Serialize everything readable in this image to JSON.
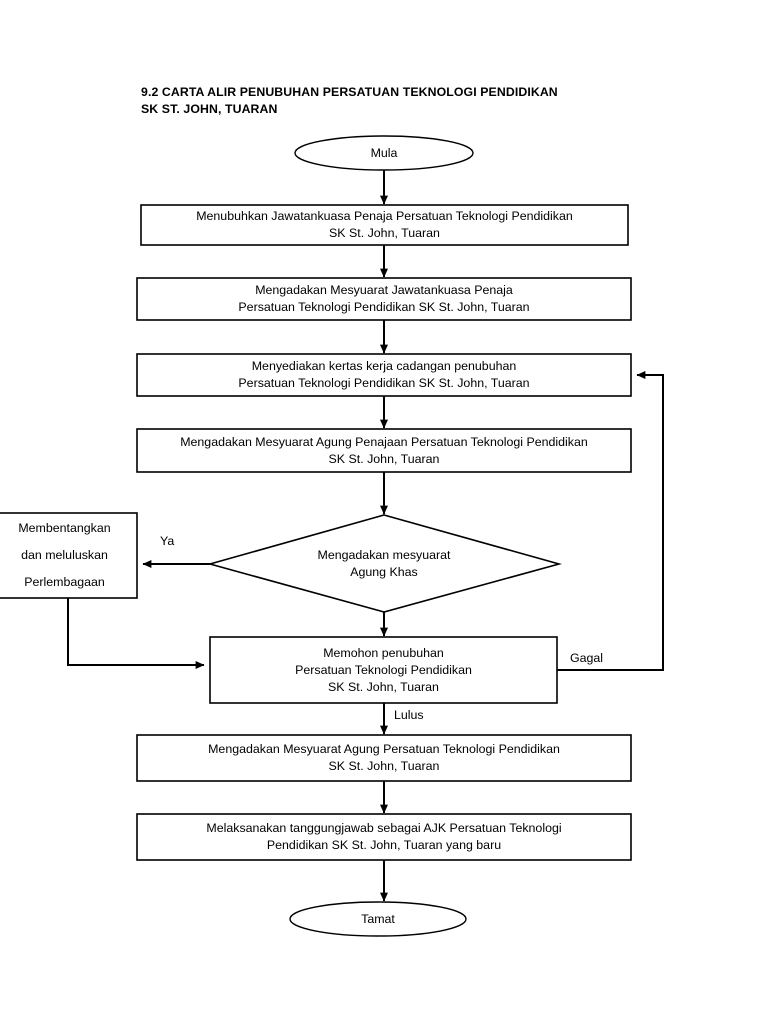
{
  "document": {
    "title_line1": "9.2 CARTA ALIR PENUBUHAN PERSATUAN TEKNOLOGI PENDIDIKAN",
    "title_line2": "SK ST. JOHN, TUARAN",
    "title": "9.2 CARTA ALIR PENUBUHAN PERSATUAN TEKNOLOGI PENDIDIKAN\nSK ST. JOHN, TUARAN",
    "background_color": "#ffffff",
    "line_color": "#000000",
    "text_color": "#000000"
  },
  "flowchart": {
    "nodes": [
      {
        "id": "start",
        "shape": "ellipse",
        "label": "Mula"
      },
      {
        "id": "step1",
        "shape": "process",
        "label": "Menubuhkan Jawatankuasa Penaja Persatuan Teknologi Pendidikan\nSK St. John, Tuaran"
      },
      {
        "id": "step2",
        "shape": "process",
        "label": "Mengadakan Mesyuarat Jawatankuasa Penaja\nPersatuan Teknologi Pendidikan SK St. John, Tuaran"
      },
      {
        "id": "step3",
        "shape": "process",
        "label": "Menyediakan kertas kerja cadangan  penubuhan\nPersatuan Teknologi Pendidikan SK St. John, Tuaran"
      },
      {
        "id": "step4",
        "shape": "process",
        "label": "Mengadakan Mesyuarat Agung Penajaan Persatuan Teknologi Pendidikan\nSK St. John, Tuaran"
      },
      {
        "id": "decision",
        "shape": "diamond",
        "label": "Mengadakan mesyuarat\nAgung Khas"
      },
      {
        "id": "sidestep",
        "shape": "process",
        "label": "Membentangkan\ndan meluluskan\nPerlembagaan"
      },
      {
        "id": "apply",
        "shape": "process",
        "label": "Memohon penubuhan\nPersatuan Teknologi Pendidikan\nSK St. John, Tuaran"
      },
      {
        "id": "step5",
        "shape": "process",
        "label": "Mengadakan Mesyuarat Agung Persatuan Teknologi Pendidikan\nSK St. John, Tuaran"
      },
      {
        "id": "step6",
        "shape": "process",
        "label": "Melaksanakan tanggungjawab sebagai AJK Persatuan Teknologi\nPendidikan SK St. John, Tuaran yang baru"
      },
      {
        "id": "end",
        "shape": "ellipse",
        "label": "Tamat"
      }
    ],
    "edge_labels": {
      "ya": "Ya",
      "gagal": "Gagal",
      "lulus": "Lulus"
    }
  }
}
